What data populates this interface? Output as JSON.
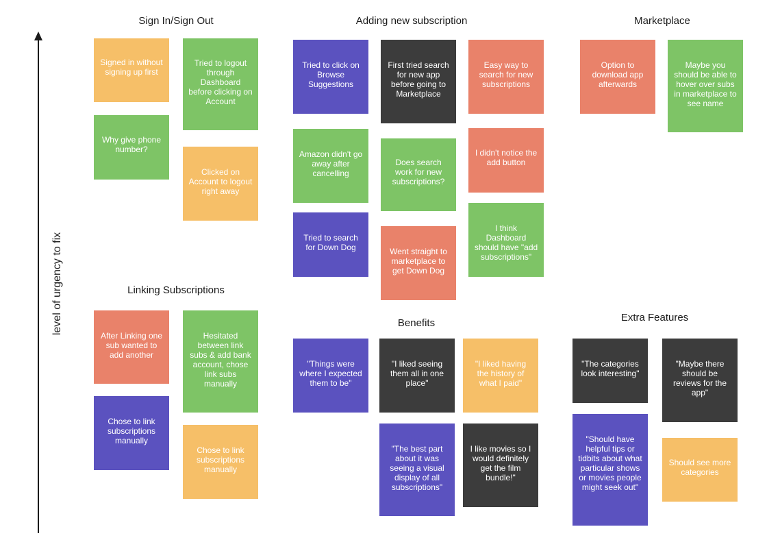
{
  "axis": {
    "label": "level of urgency to fix"
  },
  "colors": {
    "orange": "#f6bf68",
    "green": "#7ec466",
    "red": "#e9826a",
    "purple": "#5b52bf",
    "dark": "#3c3c3c"
  },
  "groups": {
    "sign_in": {
      "title": "Sign In/Sign Out",
      "notes": [
        "Signed in without signing up first",
        "Tried to logout through Dashboard before clicking on Account",
        "Why give phone number?",
        "Clicked on Account to logout right away"
      ]
    },
    "adding": {
      "title": "Adding new subscription",
      "notes": [
        "Tried to click on Browse Suggestions",
        "First tried search for new app before going to Marketplace",
        "Easy way to search for new subscriptions",
        "Amazon didn't go away after cancelling",
        "Does search work for new subscriptions?",
        "I didn't notice the add button",
        "Tried to search for Down Dog",
        "Went straight to marketplace to get Down Dog",
        "I think Dashboard should have \"add subscriptions\""
      ]
    },
    "marketplace": {
      "title": "Marketplace",
      "notes": [
        "Option to download app afterwards",
        "Maybe you should be able to hover over subs in marketplace to see name"
      ]
    },
    "linking": {
      "title": "Linking Subscriptions",
      "notes": [
        "After Linking one sub wanted to add another",
        "Hesitated between link subs & add bank account, chose link subs manually",
        "Chose to link subscriptions manually",
        "Chose to link subscriptions manually"
      ]
    },
    "benefits": {
      "title": "Benefits",
      "notes": [
        "\"Things were where I expected them to be\"",
        "\"I liked seeing them all in one place\"",
        "\"I liked having the history of what I paid\"",
        "\"The best part about it was seeing a visual display of all subscriptions\"",
        "I like movies so I would definitely get the film bundle!\""
      ]
    },
    "extra": {
      "title": "Extra Features",
      "notes": [
        "\"The categories look interesting\"",
        "\"Maybe there should be reviews for the app\"",
        "\"Should have helpful tips or tidbits about what particular shows or movies people might seek out\"",
        "Should see more categories"
      ]
    }
  }
}
